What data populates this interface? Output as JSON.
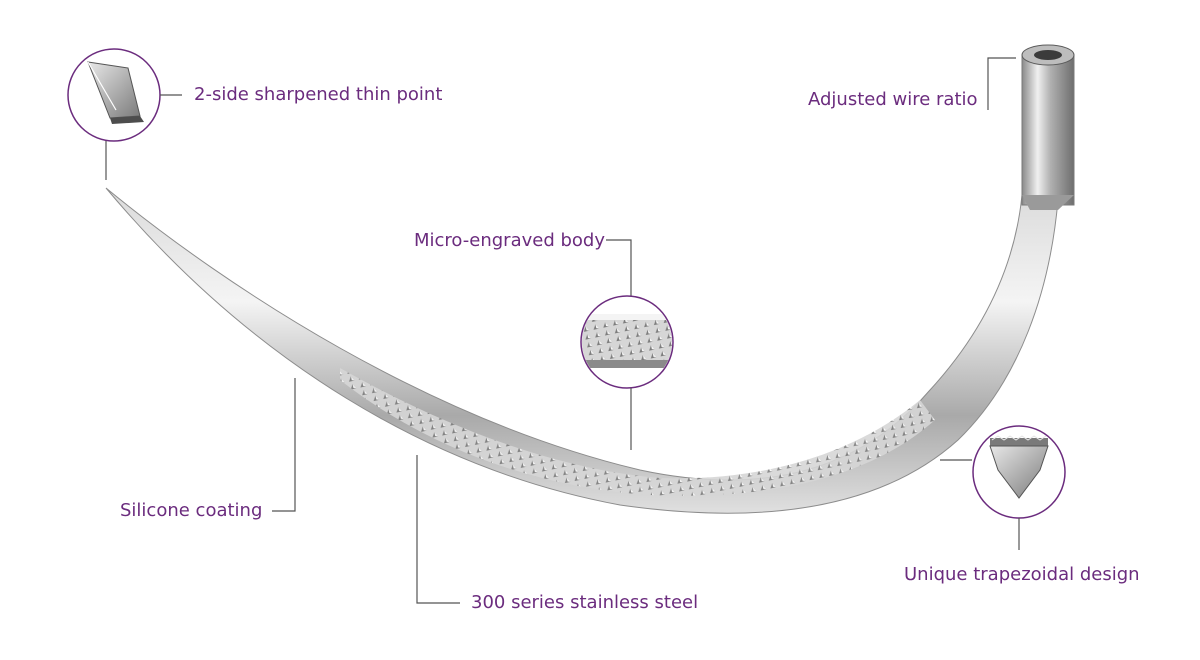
{
  "colors": {
    "accent": "#6b2c7e",
    "leader": "#555555",
    "steel_light": "#f2f2f2",
    "steel_mid": "#b8b8b8",
    "steel_dark": "#6a6a6a"
  },
  "labels": {
    "point": "2-side sharpened thin point",
    "wire": "Adjusted wire ratio",
    "micro": "Micro-engraved body",
    "silicone": "Silicone coating",
    "steel": "300 series stainless steel",
    "trapezoid": "Unique trapezoidal design"
  },
  "icons": {
    "point_callout": "sharpened-point-detail-icon",
    "micro_callout": "engraved-texture-detail-icon",
    "trapezoid_callout": "trapezoid-cross-section-icon"
  }
}
